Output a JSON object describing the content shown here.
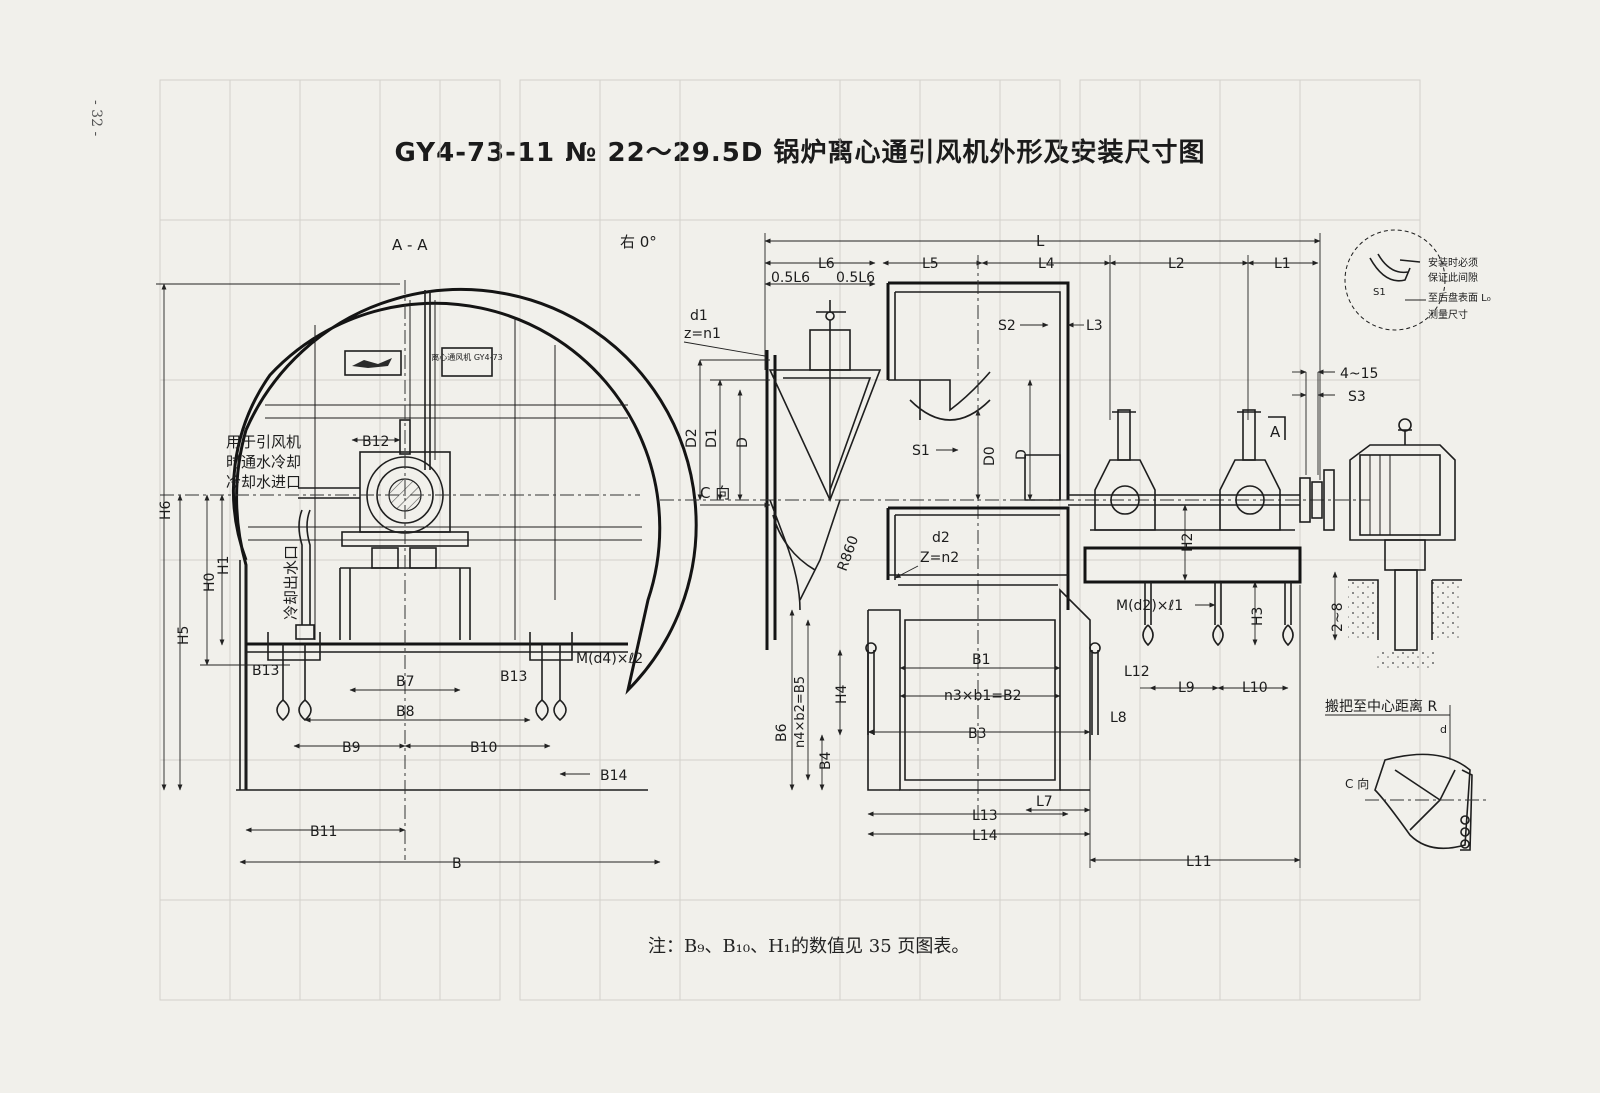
{
  "page_number": "- 32 -",
  "title": "GY4-73-11 № 22～29.5D 锅炉离心通引风机外形及安装尺寸图",
  "note": "注：B₉、B₁₀、H₁的数值见 35 页图表。",
  "section_view": {
    "label": "A - A",
    "rotation_label": "右 0°",
    "nameplate": "离心通风机 GY4-73",
    "cooling_inlet": [
      "用于引风机",
      "时通水冷却",
      "冷却水进口"
    ],
    "cooling_outlet": "冷却出水口",
    "dims": {
      "B12": "B12",
      "B13a": "B13",
      "B13b": "B13",
      "anchor": "M(d4)×ℓ2",
      "B7": "B7",
      "B8": "B8",
      "B9": "B9",
      "B10": "B10",
      "B14": "B14",
      "B11": "B11",
      "B": "B",
      "H6": "H6",
      "H5": "H5",
      "H0": "H0",
      "H1": "H1"
    }
  },
  "side_view": {
    "dims": {
      "L": "L",
      "L6": "L6",
      "L5": "L5",
      "L4": "L4",
      "L2": "L2",
      "L1": "L1",
      "half_L6_a": "0.5L6",
      "half_L6_b": "0.5L6",
      "L3": "L3",
      "S2": "S2",
      "S1": "S1",
      "D0": "D0",
      "D": "D",
      "D_inlet": "D",
      "D1": "D1",
      "D2": "D2",
      "d1": "d1",
      "z_n1": "z=n1",
      "d2": "d2",
      "z_n2": "Z=n2",
      "c_dir": "C 向",
      "R860": "R860",
      "B1": "B1",
      "B2": "n3×b1=B2",
      "B3": "B3",
      "B5": "n4×b2=B5",
      "B4": "B4",
      "B6": "B6",
      "H4": "H4",
      "L7": "L7",
      "L8": "L8",
      "L13": "L13",
      "L14": "L14",
      "H2": "H2",
      "H3": "H3",
      "anchor": "M(d2)×ℓ1",
      "L12": "L12",
      "L9": "L9",
      "L10": "L10",
      "L11": "L11",
      "A_mark": "A",
      "gap_range": "4~15",
      "S3": "S3"
    }
  },
  "detail_clearance": {
    "S1": "S1",
    "lines": [
      "安装时必须",
      "保证此间隙",
      "至后盘表面 L₀",
      "测量尺寸"
    ]
  },
  "detail_foundation": {
    "label": "2~8"
  },
  "detail_handle": {
    "title": "搬把至中心距离 R",
    "d": "d",
    "c_dir": "C 向"
  }
}
